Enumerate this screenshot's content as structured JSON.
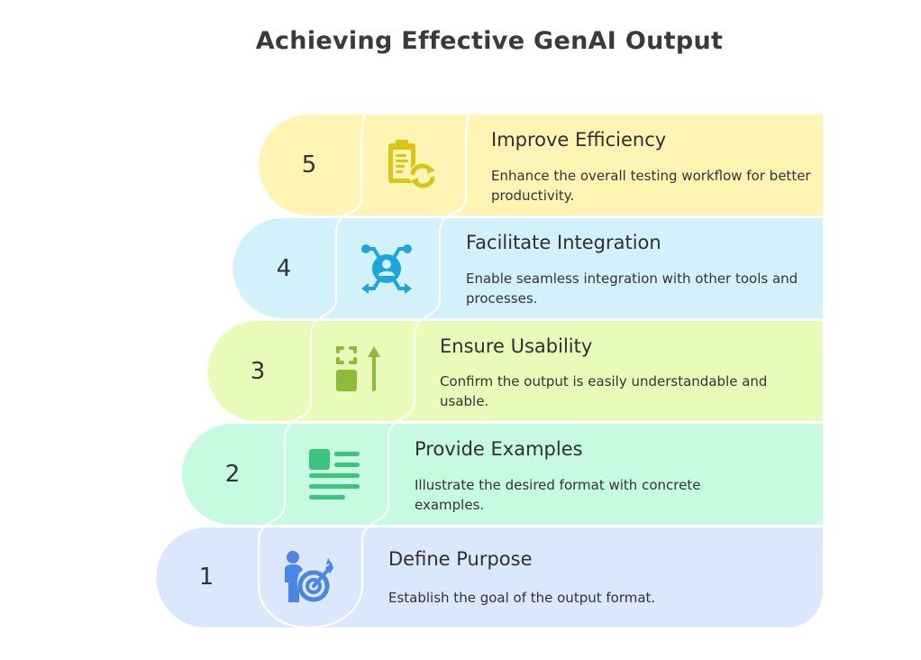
{
  "title": "Achieving Effective GenAI Output",
  "steps": [
    {
      "number": "5",
      "title": "Improve Efficiency",
      "description": "Enhance the overall testing workflow for better productivity.",
      "icon": "clipboard-refresh-icon",
      "fill": "#fef5b5",
      "icon_color": "#dcc514"
    },
    {
      "number": "4",
      "title": "Facilitate Integration",
      "description": "Enable seamless integration with other tools and processes.",
      "icon": "integration-hub-icon",
      "fill": "#d2f1fb",
      "icon_color": "#1ca6dc"
    },
    {
      "number": "3",
      "title": "Ensure Usability",
      "description": "Confirm the output is easily understandable and usable.",
      "icon": "scale-up-icon",
      "fill": "#e8fbb8",
      "icon_color": "#8cbc38"
    },
    {
      "number": "2",
      "title": "Provide Examples",
      "description": "Illustrate the desired format with concrete examples.",
      "icon": "article-layout-icon",
      "fill": "#c6fbe2",
      "icon_color": "#3cc57e"
    },
    {
      "number": "1",
      "title": "Define Purpose",
      "description": "Establish the goal of the output format.",
      "icon": "person-target-icon",
      "fill": "#dbe7fd",
      "icon_color": "#4a86e6"
    }
  ]
}
